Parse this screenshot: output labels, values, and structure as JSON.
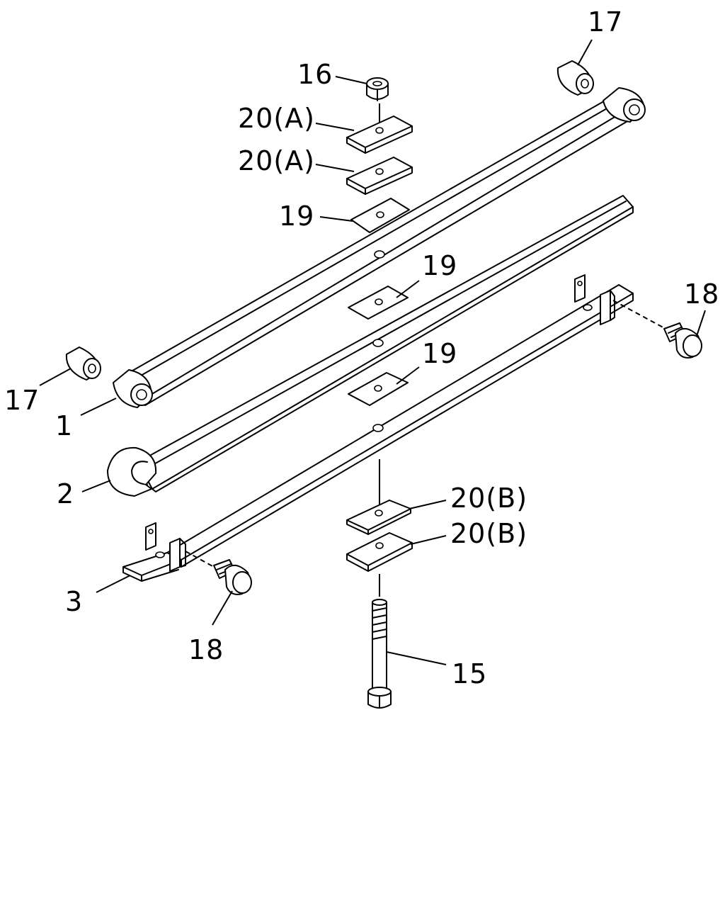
{
  "colors": {
    "line": "#000000",
    "background": "#ffffff"
  },
  "callouts": {
    "leaf_1": "1",
    "leaf_2": "2",
    "leaf_3": "3",
    "bolt_15": "15",
    "nut_16": "16",
    "bushing_17_top": "17",
    "bushing_17_left": "17",
    "pin_18_right": "18",
    "pin_18_bottom": "18",
    "liner_19_top": "19",
    "liner_19_mid": "19",
    "liner_19_low": "19",
    "plate_20a_upper": "20(A)",
    "plate_20a_lower": "20(A)",
    "plate_20b_upper": "20(B)",
    "plate_20b_lower": "20(B)"
  }
}
